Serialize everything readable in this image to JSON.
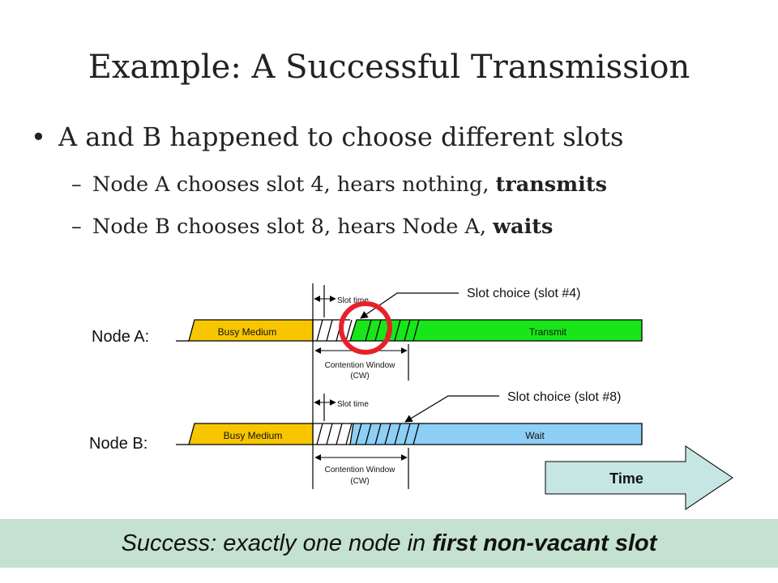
{
  "slide": {
    "title": "Example: A Successful Transmission",
    "bullet": "A and B happened to choose different slots",
    "sub1": {
      "prefix": "Node A chooses slot 4, hears nothing, ",
      "bold": "transmits"
    },
    "sub2": {
      "prefix": "Node B chooses slot 8, hears Node A, ",
      "bold": "waits"
    }
  },
  "diagram": {
    "node_a": {
      "label": "Node A:",
      "busy_label": "Busy Medium",
      "action_label": "Transmit",
      "slot_time_label": "Slot time",
      "cw_label_line1": "Contention Window",
      "cw_label_line2": "(CW)",
      "callout": "Slot choice (slot #4)",
      "chosen_slot": 4
    },
    "node_b": {
      "label": "Node B:",
      "busy_label": "Busy Medium",
      "action_label": "Wait",
      "slot_time_label": "Slot time",
      "cw_label_line1": "Contention Window",
      "cw_label_line2": "(CW)",
      "callout": "Slot choice (slot #8)",
      "chosen_slot": 8
    },
    "time_label": "Time",
    "colors": {
      "busy": "#f7c600",
      "transmit": "#19e619",
      "wait": "#8ecff5",
      "time_arrow": "#c6e6e3",
      "circle": "#e8202a",
      "banner": "#c5e1cf"
    }
  },
  "banner": {
    "prefix": "Success: exactly one node in ",
    "bold": "first non-vacant slot"
  }
}
